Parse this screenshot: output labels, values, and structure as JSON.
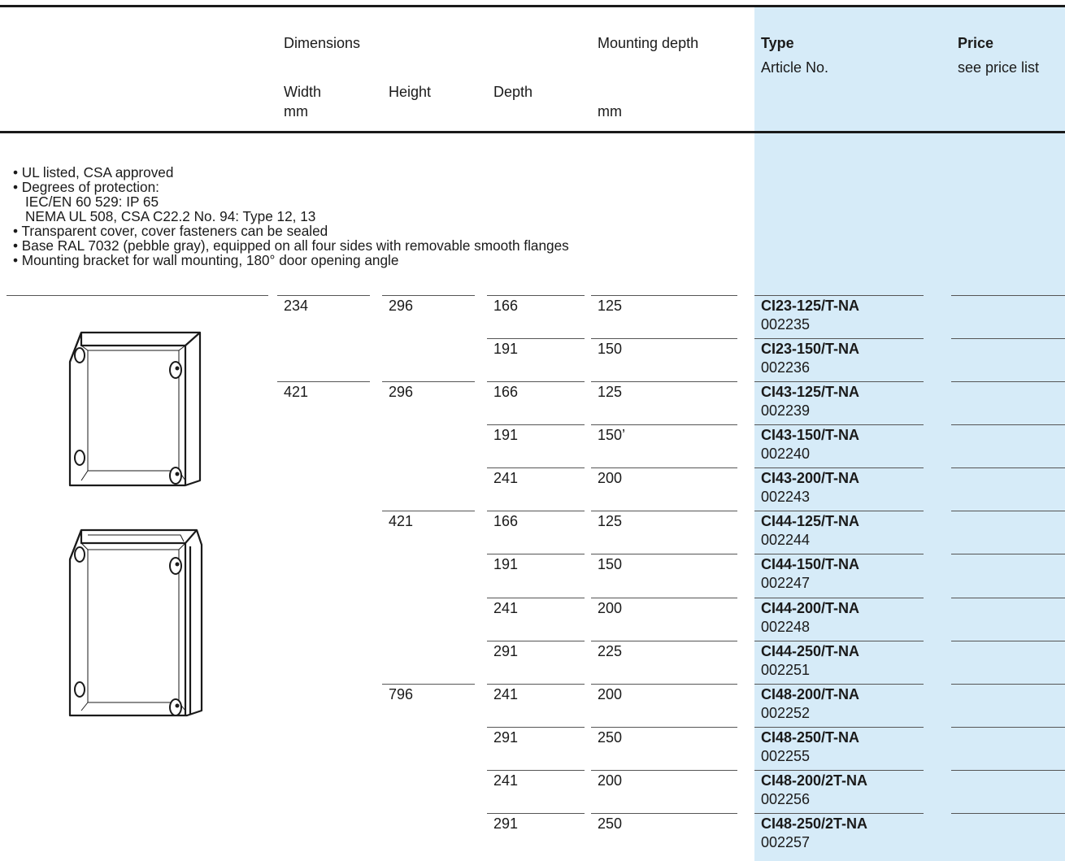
{
  "header": {
    "dimensions": "Dimensions",
    "mounting_depth": "Mounting depth",
    "type": "Type",
    "article_no": "Article No.",
    "price": "Price",
    "see_price_list": "see price list",
    "width": "Width",
    "height": "Height",
    "depth": "Depth",
    "unit_mm_width": "mm",
    "unit_mm_mounting": "mm"
  },
  "features": [
    "• UL listed, CSA approved",
    "• Degrees of protection:",
    "   IEC/EN 60 529: IP 65",
    "   NEMA UL 508, CSA C22.2 No. 94: Type 12, 13",
    "• Transparent cover, cover fasteners can be sealed",
    "• Base RAL 7032 (pebble gray), equipped on all four sides with removable smooth flanges",
    "• Mounting bracket for wall mounting, 180° door opening angle"
  ],
  "rows": [
    {
      "width": "234",
      "height": "296",
      "depth": "166",
      "mounting": "125",
      "type": "CI23-125/T-NA",
      "article": "002235"
    },
    {
      "width": "",
      "height": "",
      "depth": "191",
      "mounting": "150",
      "type": "CI23-150/T-NA",
      "article": "002236"
    },
    {
      "width": "421",
      "height": "296",
      "depth": "166",
      "mounting": "125",
      "type": "CI43-125/T-NA",
      "article": "002239"
    },
    {
      "width": "",
      "height": "",
      "depth": "191",
      "mounting": "150’",
      "type": "CI43-150/T-NA",
      "article": "002240"
    },
    {
      "width": "",
      "height": "",
      "depth": "241",
      "mounting": "200",
      "type": "CI43-200/T-NA",
      "article": "002243"
    },
    {
      "width": "",
      "height": "421",
      "depth": "166",
      "mounting": "125",
      "type": "CI44-125/T-NA",
      "article": "002244"
    },
    {
      "width": "",
      "height": "",
      "depth": "191",
      "mounting": "150",
      "type": "CI44-150/T-NA",
      "article": "002247"
    },
    {
      "width": "",
      "height": "",
      "depth": "241",
      "mounting": "200",
      "type": "CI44-200/T-NA",
      "article": "002248"
    },
    {
      "width": "",
      "height": "",
      "depth": "291",
      "mounting": "225",
      "type": "CI44-250/T-NA",
      "article": "002251"
    },
    {
      "width": "",
      "height": "796",
      "depth": "241",
      "mounting": "200",
      "type": "CI48-200/T-NA",
      "article": "002252"
    },
    {
      "width": "",
      "height": "",
      "depth": "291",
      "mounting": "250",
      "type": "CI48-250/T-NA",
      "article": "002255"
    },
    {
      "width": "",
      "height": "",
      "depth": "241",
      "mounting": "200",
      "type": "CI48-200/2T-NA",
      "article": "002256"
    },
    {
      "width": "",
      "height": "",
      "depth": "291",
      "mounting": "250",
      "type": "CI48-250/2T-NA",
      "article": "002257"
    }
  ]
}
